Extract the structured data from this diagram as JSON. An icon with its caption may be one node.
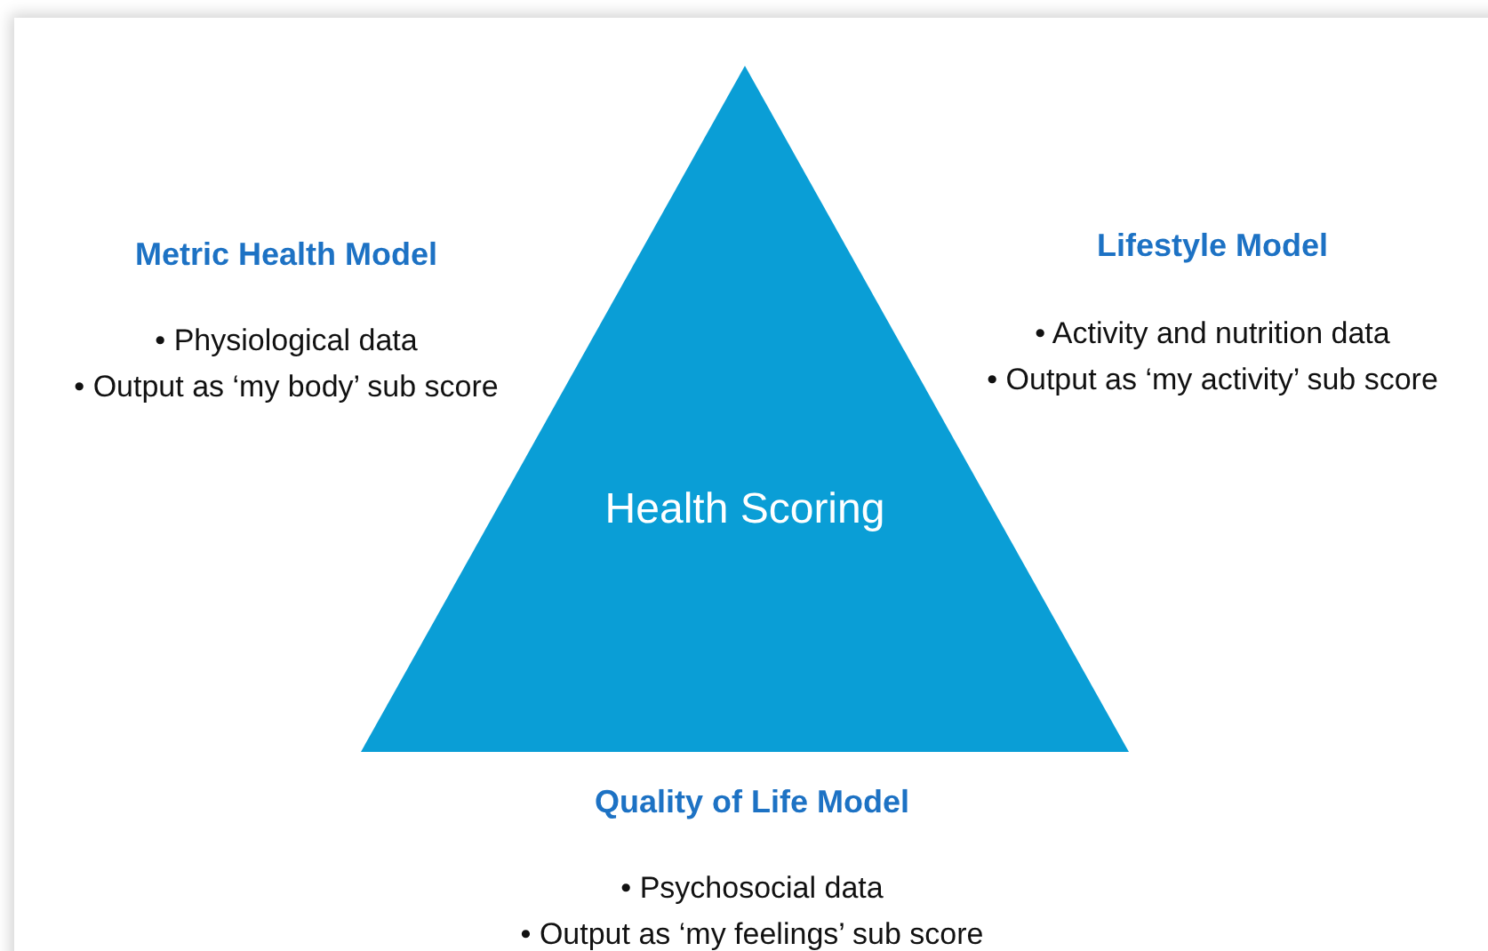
{
  "diagram": {
    "nodes": [
      {
        "text": [
          "Health Scoring"
        ]
      }
    ],
    "labels": [
      "Metric Health Model",
      "Lifestyle Model",
      "• Physiological data",
      "• Output as ‘my body’ sub score",
      "• Activity and nutrition data",
      "• Output as ‘my activity’ sub score",
      "Quality of Life Model",
      "• Psychosocial data",
      "• Output as ‘my feelings’ sub score"
    ]
  }
}
